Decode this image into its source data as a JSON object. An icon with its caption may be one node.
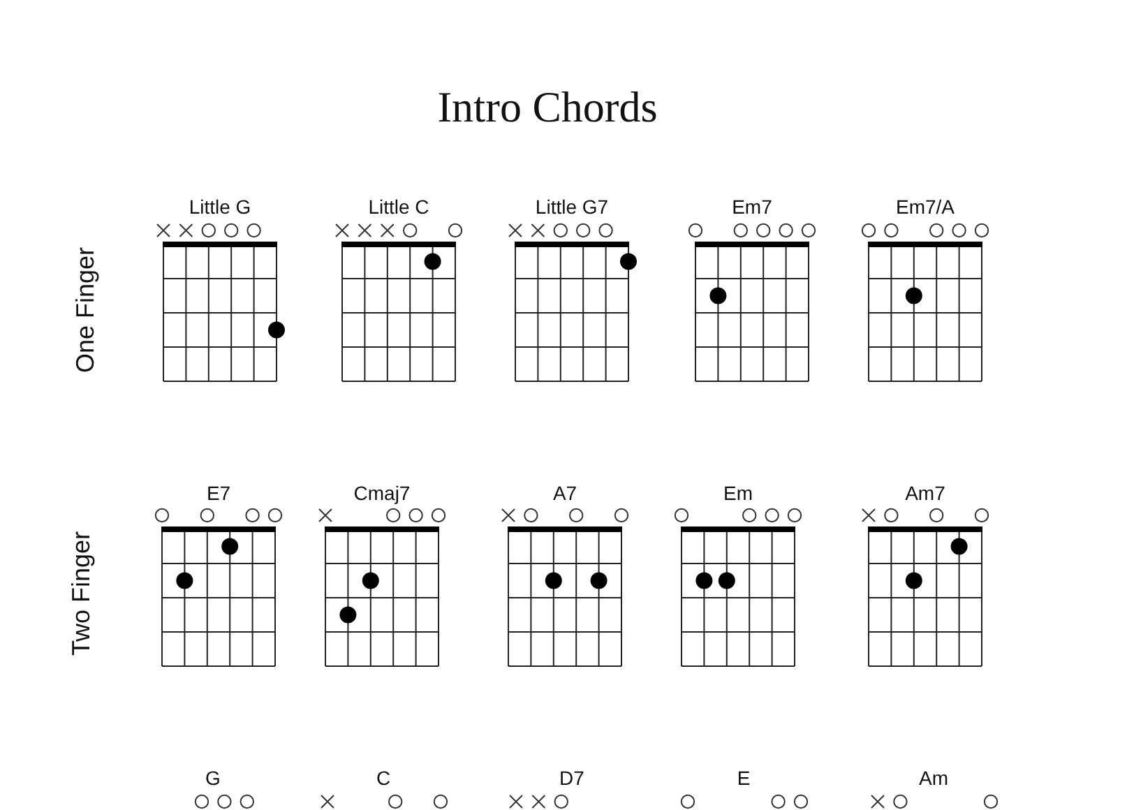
{
  "diagram": {
    "title": "Intro Chords",
    "nodes": [
      {
        "text": [
          "Little G"
        ]
      },
      {
        "text": [
          "Little C"
        ]
      },
      {
        "text": [
          "Little G7"
        ]
      },
      {
        "text": [
          "Em7"
        ]
      },
      {
        "text": [
          "Em7/A"
        ]
      },
      {
        "text": [
          "E7"
        ]
      },
      {
        "text": [
          "Cmaj7"
        ]
      },
      {
        "text": [
          "A7"
        ]
      },
      {
        "text": [
          "Em"
        ]
      },
      {
        "text": [
          "Am7"
        ]
      },
      {
        "text": [
          "G"
        ]
      },
      {
        "text": [
          "C"
        ]
      },
      {
        "text": [
          "D7"
        ]
      },
      {
        "text": [
          "E"
        ]
      },
      {
        "text": [
          "Am"
        ]
      }
    ],
    "labels": [
      "One Finger",
      "Two Finger"
    ]
  }
}
